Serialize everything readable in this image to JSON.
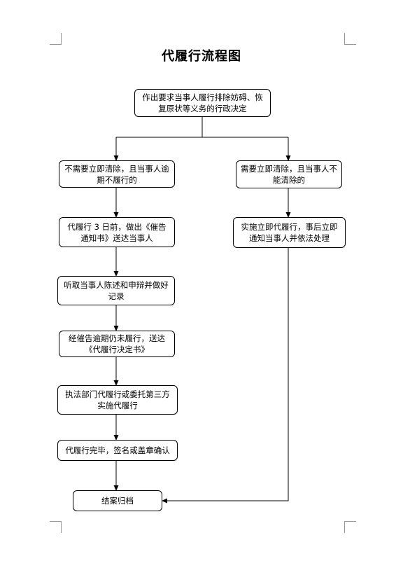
{
  "title": "代履行流程图",
  "nodes": {
    "decision": "作出要求当事人履行排除妨碍、恢复原状等义务的行政决定",
    "not_urgent": "不需要立即清除，且当事人逾期不履行的",
    "urgent": "需要立即清除，且当事人不能清除的",
    "notice": "代履行 3 日前，做出《催告通知书》送达当事人",
    "immediate": "实施立即代履行，事后立即通知当事人并依法处理",
    "hearing": "听取当事人陈述和申辩并做好记录",
    "decision_doc": "经催告逾期仍未履行，送达《代履行决定书》",
    "execute": "执法部门代履行或委托第三方实施代履行",
    "complete": "代履行完毕，签名或盖章确认",
    "archive": "结案归档"
  },
  "edges": [
    {
      "from": "decision",
      "to": "not_urgent"
    },
    {
      "from": "decision",
      "to": "urgent"
    },
    {
      "from": "not_urgent",
      "to": "notice"
    },
    {
      "from": "urgent",
      "to": "immediate"
    },
    {
      "from": "notice",
      "to": "hearing"
    },
    {
      "from": "hearing",
      "to": "decision_doc"
    },
    {
      "from": "decision_doc",
      "to": "execute"
    },
    {
      "from": "execute",
      "to": "complete"
    },
    {
      "from": "complete",
      "to": "archive"
    },
    {
      "from": "immediate",
      "to": "archive"
    }
  ]
}
